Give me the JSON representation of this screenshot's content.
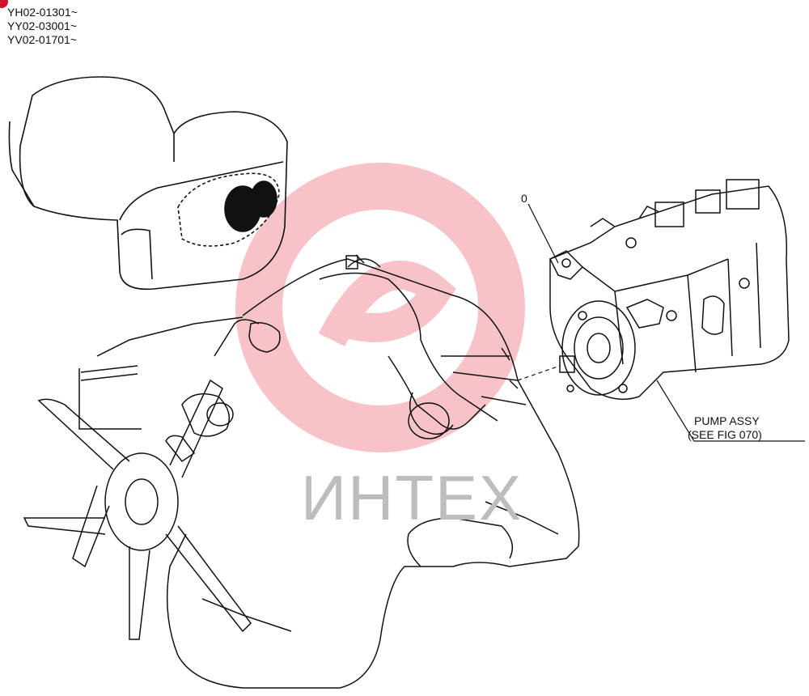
{
  "serial_numbers": [
    "YH02-01301~",
    "YY02-03001~",
    "YV02-01701~"
  ],
  "callouts": {
    "item_number": "0",
    "pump_line1": "PUMP ASSY",
    "pump_line2": "(SEE FIG 070)"
  },
  "watermark": {
    "text": "ИНТЕХ",
    "gear_color": "#e8485a",
    "text_color": "#bdbdbd"
  },
  "icons": {
    "corner_marker": "red-dot-icon",
    "watermark_logo": "gear-logo-icon"
  },
  "colors": {
    "marker": "#d0112b",
    "line_art": "#111111"
  }
}
